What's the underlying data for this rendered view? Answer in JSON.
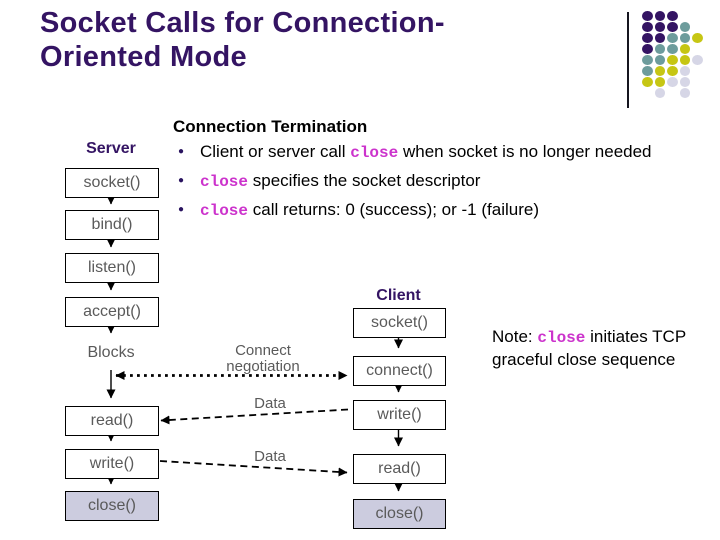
{
  "title": "Socket Calls for Connection-Oriented Mode",
  "content": {
    "heading": "Connection Termination",
    "bullet_glyph": "●",
    "bullets": [
      {
        "pre": "Client or server call ",
        "code": "close",
        "post": " when socket is no longer needed"
      },
      {
        "pre": "",
        "code": "close",
        "post": " specifies the socket descriptor"
      },
      {
        "pre": "",
        "code": "close",
        "post": " call returns: 0 (success); or -1 (failure)"
      }
    ]
  },
  "diagram": {
    "server_label": "Server",
    "client_label": "Client",
    "blocks_label": "Blocks",
    "connect_negotiation_label": "Connect negotiation",
    "data_label_upper": "Data",
    "data_label_lower": "Data",
    "server_boxes": [
      "socket()",
      "bind()",
      "listen()",
      "accept()",
      "read()",
      "write()",
      "close()"
    ],
    "client_boxes": [
      "socket()",
      "connect()",
      "write()",
      "read()",
      "close()"
    ]
  },
  "note": {
    "pre": "Note:  ",
    "code": "close",
    "post": " initiates TCP graceful close sequence"
  },
  "colors": {
    "title_text": "#341463",
    "inline_code": "#cc33cc",
    "box_border": "#000000",
    "box_text": "#5a5a5a",
    "shaded_box_fill": "#ccccdf",
    "label_gray": "#5a5a5a"
  },
  "decoration": {
    "palette": {
      "P": "#341463",
      "T": "#6d9c9c",
      "Y": "#c6c614",
      "G": "#d6d6e6"
    },
    "dot_rows": [
      "PPP..",
      "PPPT.",
      "PPTTY",
      "PTTY.",
      "TTYYG",
      "TYYG.",
      "YYGG.",
      ".G.G."
    ]
  }
}
